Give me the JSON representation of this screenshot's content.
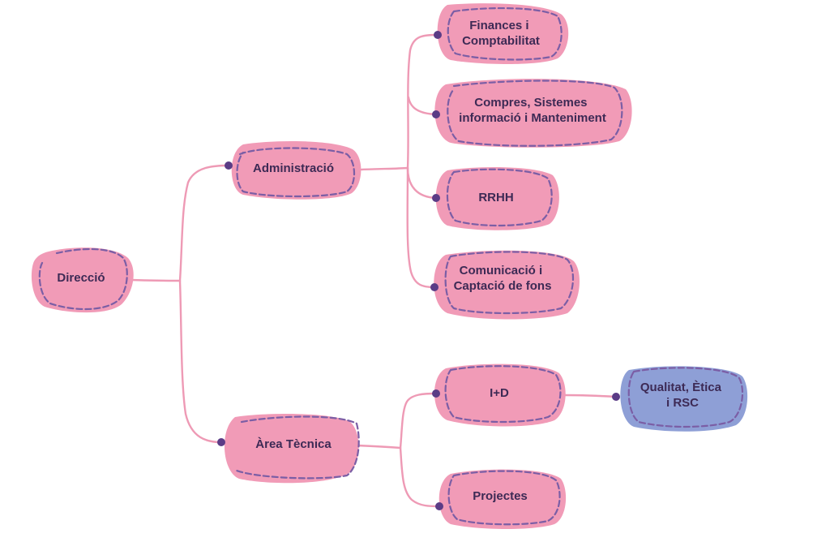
{
  "colors": {
    "node": "#f19bb7",
    "node_alt": "#8e9fd6",
    "link": "#ee9ab5",
    "dash": "#7b5ea5",
    "dot": "#5b3c86",
    "text": "#3d2a55"
  },
  "nodes": {
    "direccio": {
      "lines": [
        "Direcció"
      ]
    },
    "administracio": {
      "lines": [
        "Administració"
      ]
    },
    "area_tecnica": {
      "lines": [
        "Àrea Tècnica"
      ]
    },
    "finances": {
      "lines": [
        "Finances i",
        "Comptabilitat"
      ]
    },
    "compres": {
      "lines": [
        "Compres, Sistemes",
        "informació i Manteniment"
      ]
    },
    "rrhh": {
      "lines": [
        "RRHH"
      ]
    },
    "comunicacio": {
      "lines": [
        "Comunicació i",
        "Captació de fons"
      ]
    },
    "recerca": {
      "lines": [
        "I+D"
      ]
    },
    "projectes": {
      "lines": [
        "Projectes"
      ]
    },
    "qualitat": {
      "lines": [
        "Qualitat, Ètica",
        "i RSC"
      ]
    }
  }
}
